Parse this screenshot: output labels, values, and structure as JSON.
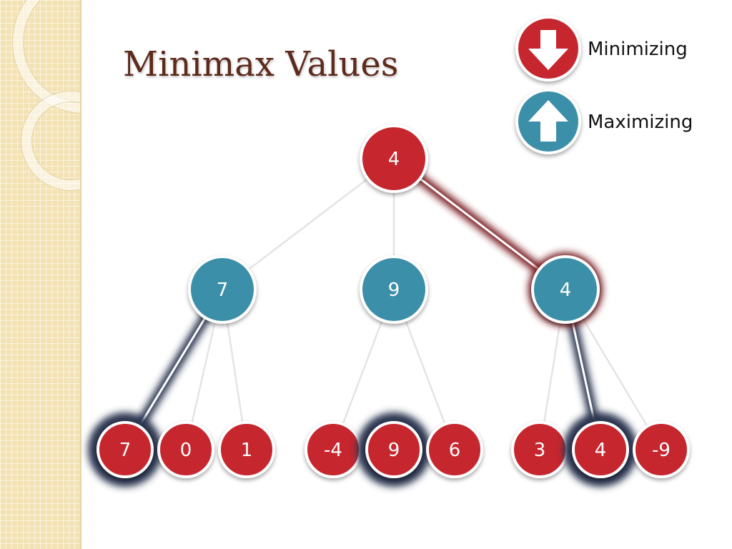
{
  "title": "Minimax Values",
  "legend": {
    "min_label": "Minimizing",
    "max_label": "Maximizing",
    "min_icon": "down-arrow-icon",
    "max_icon": "up-arrow-icon"
  },
  "colors": {
    "min_node": "#c6282f",
    "max_node": "#3a8fa8",
    "title": "#5e2a1c",
    "highlight_min": "#7a1f22",
    "highlight_max": "#2c3550"
  },
  "tree": {
    "root": {
      "value": "4",
      "type": "min",
      "children": [
        {
          "value": "7",
          "type": "max",
          "children": [
            {
              "value": "7",
              "type": "min"
            },
            {
              "value": "0",
              "type": "min"
            },
            {
              "value": "1",
              "type": "min"
            }
          ]
        },
        {
          "value": "9",
          "type": "max",
          "children": [
            {
              "value": "-4",
              "type": "min"
            },
            {
              "value": "9",
              "type": "min"
            },
            {
              "value": "6",
              "type": "min"
            }
          ]
        },
        {
          "value": "4",
          "type": "max",
          "children": [
            {
              "value": "3",
              "type": "min"
            },
            {
              "value": "4",
              "type": "min"
            },
            {
              "value": "-9",
              "type": "min"
            }
          ]
        }
      ]
    },
    "chosen_paths": [
      {
        "from": "root",
        "to": "max-2"
      },
      {
        "from": "max-0",
        "to": "leaf-0-0"
      },
      {
        "from": "max-1",
        "to": "leaf-1-1"
      },
      {
        "from": "max-2",
        "to": "leaf-2-1"
      }
    ]
  }
}
